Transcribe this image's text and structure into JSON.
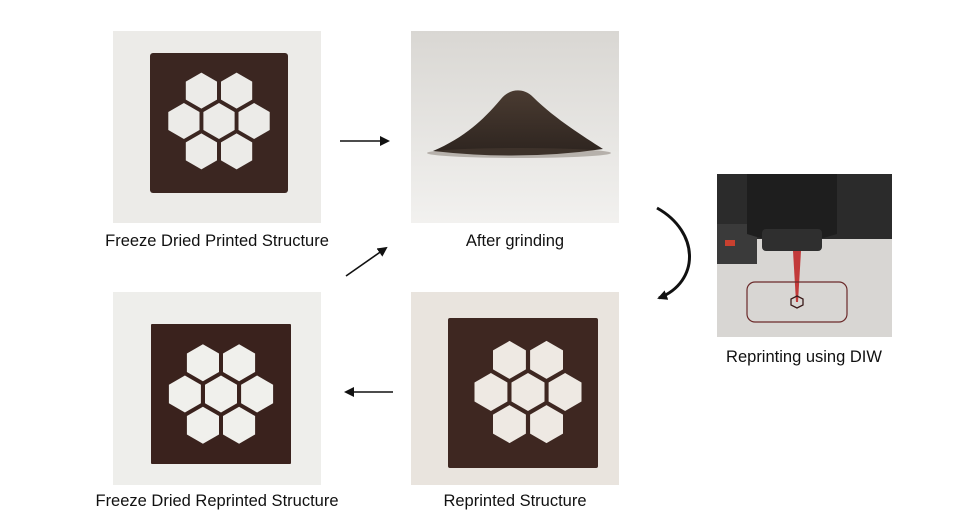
{
  "panels": {
    "freeze_dried_printed": {
      "caption": "Freeze Dried Printed Structure"
    },
    "after_grinding": {
      "caption": "After grinding"
    },
    "reprinting_diw": {
      "caption": "Reprinting using DIW"
    },
    "reprinted": {
      "caption": "Reprinted Structure"
    },
    "freeze_dried_reprinted": {
      "caption": "Freeze Dried Reprinted Structure"
    }
  },
  "colors": {
    "structure": "#3a2620",
    "structure_light": "#4a2e26",
    "background_panel": "#ece9e5",
    "arrow": "#111111"
  },
  "icons": {
    "arrow": "arrow-right-icon",
    "curved_arrow": "curved-arrow-icon"
  }
}
